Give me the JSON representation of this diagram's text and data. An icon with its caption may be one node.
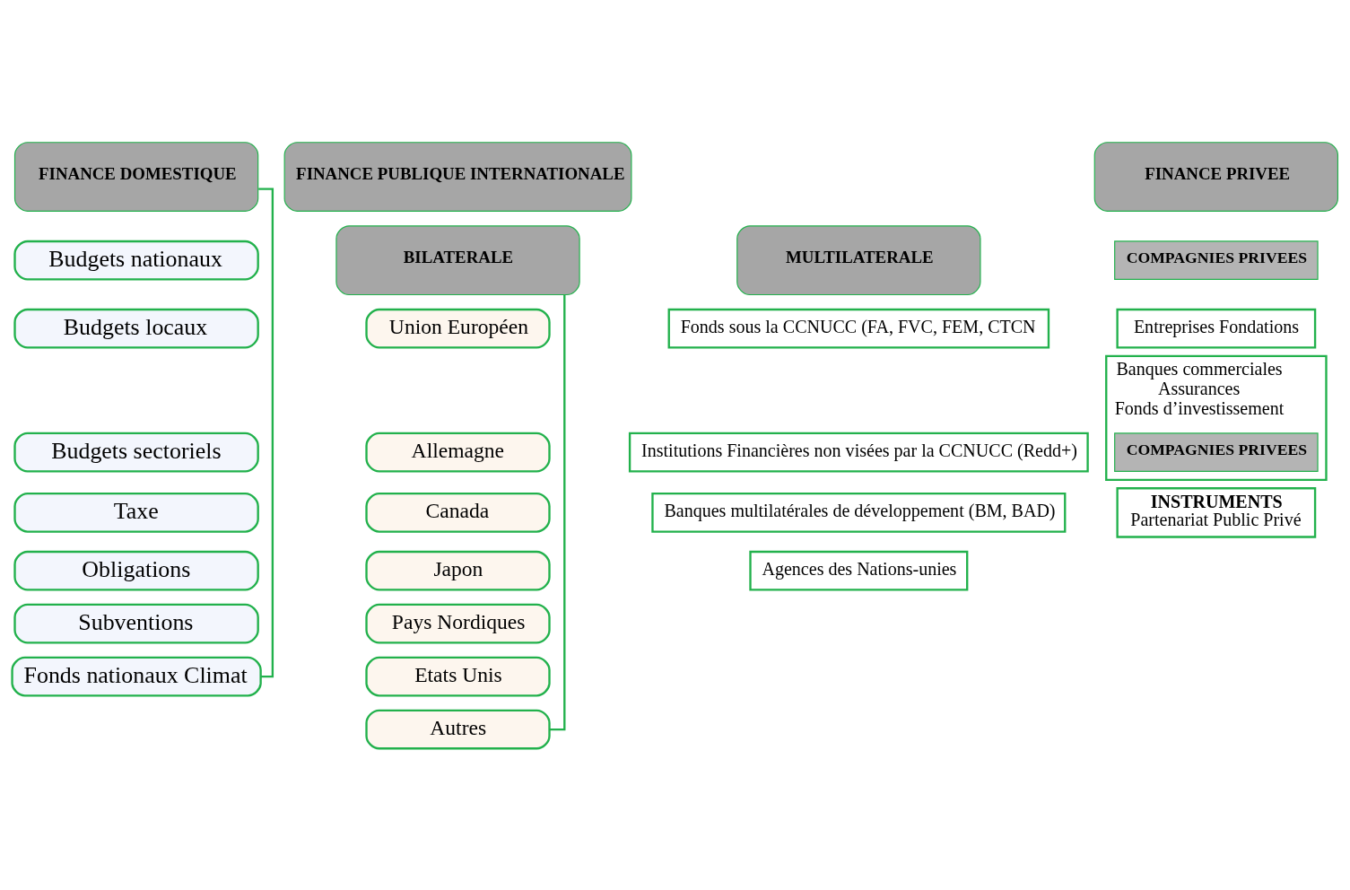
{
  "diagram": {
    "nodes": [
      {
        "text": [
          "FINANCE DOMESTIQUE"
        ]
      },
      {
        "text": [
          "Budgets nationaux"
        ]
      },
      {
        "text": [
          "Budgets locaux"
        ]
      },
      {
        "text": [
          "Budgets sectoriels"
        ]
      },
      {
        "text": [
          "Taxe"
        ]
      },
      {
        "text": [
          "Obligations"
        ]
      },
      {
        "text": [
          "Subventions"
        ]
      },
      {
        "text": [
          "Fonds nationaux Climat"
        ]
      },
      {
        "text": [
          "FINANCE PUBLIQUE INTERNATIONALE"
        ]
      },
      {
        "text": [
          "BILATERALE"
        ]
      },
      {
        "text": [
          "Union Européen"
        ]
      },
      {
        "text": [
          "Allemagne"
        ]
      },
      {
        "text": [
          "Canada"
        ]
      },
      {
        "text": [
          "Japon"
        ]
      },
      {
        "text": [
          "Pays Nordiques"
        ]
      },
      {
        "text": [
          "Etats Unis"
        ]
      },
      {
        "text": [
          "Autres"
        ]
      },
      {
        "text": [
          "MULTILATERALE"
        ]
      },
      {
        "text": [
          "Fonds sous la CCNUCC (FA, FVC, FEM, CTCN"
        ]
      },
      {
        "text": [
          "Institutions Financières non visées par la CCNUCC (Redd+)"
        ]
      },
      {
        "text": [
          "Banques multilatérales de développement (BM, BAD)"
        ]
      },
      {
        "text": [
          "Agences des Nations-unies"
        ]
      },
      {
        "text": [
          "FINANCE PRIVEE"
        ]
      },
      {
        "text": [
          "COMPAGNIES PRIVEES"
        ]
      },
      {
        "text": [
          "Entreprises Fondations"
        ]
      },
      {
        "text": [
          "Banques commerciales",
          "Assurances",
          "Fonds d’investissement"
        ]
      },
      {
        "text": [
          "COMPAGNIES PRIVEES"
        ],
        "in": 25
      },
      {
        "text": [
          "INSTRUMENTS",
          "Partenariat Public Privé"
        ]
      }
    ],
    "edges": [
      {
        "from": 0,
        "to": 7,
        "arrow": "none",
        "color": "#22b14c"
      },
      {
        "from": 9,
        "to": 16,
        "arrow": "none",
        "color": "#22b14c"
      }
    ]
  }
}
